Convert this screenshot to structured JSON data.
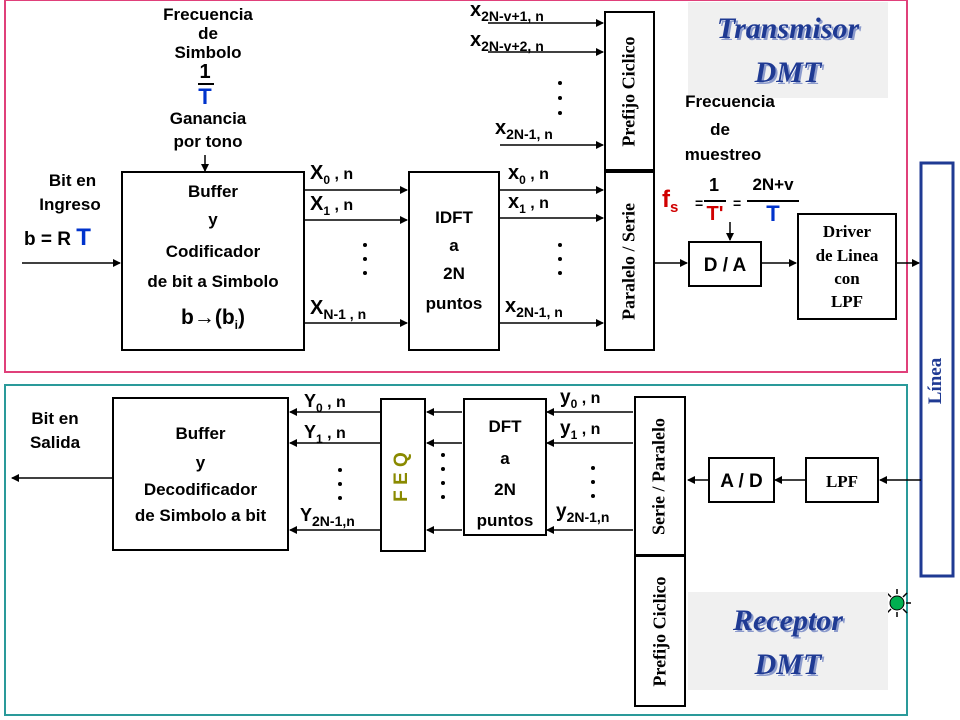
{
  "transmitter": {
    "title_line1": "Transmisor",
    "title_line2": "DMT",
    "symbol_freq_line1": "Frecuencia",
    "symbol_freq_line2": "de",
    "symbol_freq_line3": "Simbolo",
    "symbol_freq_num": "1",
    "symbol_freq_den": "T",
    "gain_line1": "Ganancia",
    "gain_line2": "por tono",
    "bit_in_line1": "Bit en",
    "bit_in_line2": "Ingreso",
    "bit_in_eq": "b = R",
    "bit_in_T": "T",
    "buffer_line1": "Buffer",
    "buffer_line2": "y",
    "buffer_line3": "Codificador",
    "buffer_line4": "de bit a Simbolo",
    "buffer_map": "b→(b",
    "buffer_map_sub": "i",
    "buffer_map_end": ")",
    "x_labels": [
      {
        "base": "X",
        "sub": "0",
        "tail": " , n"
      },
      {
        "base": "X",
        "sub": "1",
        "tail": " , n"
      },
      {
        "base": "X",
        "sub": "N-1 , n",
        "tail": ""
      }
    ],
    "idft_line1": "IDFT",
    "idft_line2": "a",
    "idft_line3": "2N",
    "idft_line4": "puntos",
    "x_out_labels": [
      {
        "base": "x",
        "sub": "0",
        "tail": " , n"
      },
      {
        "base": "x",
        "sub": "1",
        "tail": " , n"
      },
      {
        "base": "x",
        "sub": "2N-1, n",
        "tail": ""
      }
    ],
    "prefix_labels": [
      {
        "base": "x",
        "sub": "2N-v+1, n",
        "tail": ""
      },
      {
        "base": "x",
        "sub": "2N-v+2, n",
        "tail": ""
      },
      {
        "base": "x",
        "sub": "2N-1, n",
        "tail": ""
      }
    ],
    "prefix_block": "Prefijo Ciclico",
    "ps_block": "Paralelo / Serie",
    "sample_freq_line1": "Frecuencia",
    "sample_freq_line2": "de",
    "sample_freq_line3": "muestreo",
    "fs_symbol": "f",
    "fs_sub": "s",
    "fs_eq1": "=",
    "fs_frac1_num": "1",
    "fs_frac1_den": "T'",
    "fs_eq2": "=",
    "fs_frac2_num": "2N+v",
    "fs_frac2_den": "T",
    "da_block": "D / A",
    "driver_line1": "Driver",
    "driver_line2": "de Linea",
    "driver_line3": "con",
    "driver_line4": "LPF"
  },
  "line": {
    "label": "Línea"
  },
  "receiver": {
    "title_line1": "Receptor",
    "title_line2": "DMT",
    "bit_out_line1": "Bit en",
    "bit_out_line2": "Salida",
    "buffer_line1": "Buffer",
    "buffer_line2": "y",
    "buffer_line3": "Decodificador",
    "buffer_line4": "de Simbolo a bit",
    "Y_labels": [
      {
        "base": "Y",
        "sub": "0",
        "tail": " , n"
      },
      {
        "base": "Y",
        "sub": "1",
        "tail": " , n"
      },
      {
        "base": "Y",
        "sub": "2N-1,n",
        "tail": ""
      }
    ],
    "feq_block": "F E Q",
    "dft_line1": "DFT",
    "dft_line2": "a",
    "dft_line3": "2N",
    "dft_line4": "puntos",
    "y_labels": [
      {
        "base": "y",
        "sub": "0",
        "tail": " , n"
      },
      {
        "base": "y",
        "sub": "1",
        "tail": " , n"
      },
      {
        "base": "y",
        "sub": "2N-1,n",
        "tail": ""
      }
    ],
    "sp_block": "Serie / Paralelo",
    "prefix_block": "Prefijo Ciclico",
    "ad_block": "A / D",
    "lpf_block": "LPF"
  },
  "colors": {
    "transmitter_border": "#e0407a",
    "receiver_border": "#2a9a9a",
    "line_border": "#1f3a93",
    "title_color": "#1f3a93",
    "feq_color": "#8a8a00",
    "blue_text": "#0033cc",
    "red_text": "#d00000",
    "star_color": "#00b050"
  },
  "icons": {
    "star": "sun-star-icon"
  }
}
